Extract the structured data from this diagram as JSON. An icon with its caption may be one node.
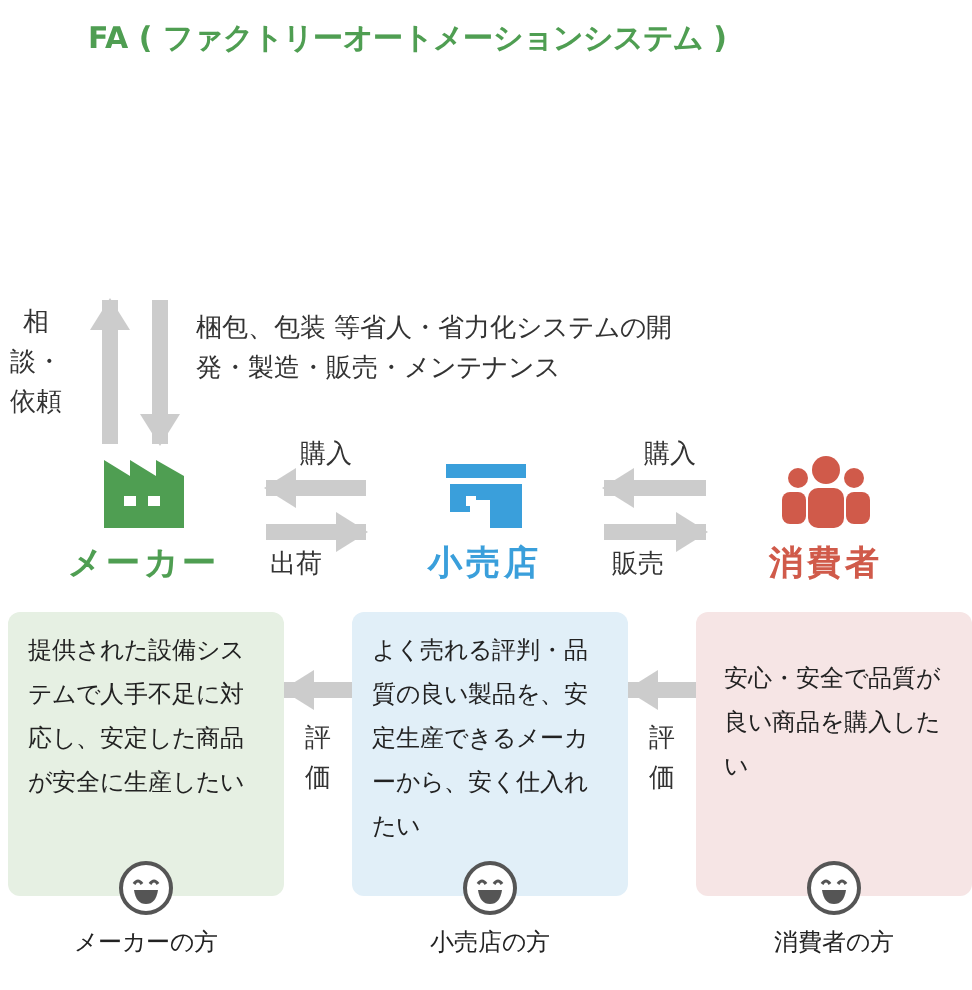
{
  "diagram": {
    "title": "FA ( ファクトリーオートメーションシステム )",
    "nodes": [
      {
        "text": [
          "メーカー"
        ]
      },
      {
        "text": [
          "小売店"
        ]
      },
      {
        "text": [
          "消費者"
        ]
      },
      {
        "text": [
          "提供された設備システムで人手不足に対応し、安定した商品が安全に生産したい"
        ],
        "beside": [
          "メーカーの方"
        ]
      },
      {
        "text": [
          "よく売れる評判・品質の良い製品を、安定生産できるメーカーから、安く仕入れたい"
        ],
        "beside": [
          "小売店の方"
        ]
      },
      {
        "text": [
          "安心・安全で品質が良い商品を購入したい"
        ],
        "beside": [
          "消費者の方"
        ]
      }
    ],
    "edges": [
      {
        "from": 0,
        "to": null,
        "arrow": "to",
        "label": "相談・依頼"
      },
      {
        "from": null,
        "to": 0,
        "arrow": "to",
        "label": "梱包、包装 等省人・省力化システムの開発・製造・販売・メンテナンス"
      },
      {
        "from": 1,
        "to": 0,
        "arrow": "to",
        "label": "購入"
      },
      {
        "from": 0,
        "to": 1,
        "arrow": "to",
        "label": "出荷"
      },
      {
        "from": 2,
        "to": 1,
        "arrow": "to",
        "label": "購入"
      },
      {
        "from": 1,
        "to": 2,
        "arrow": "to",
        "label": "販売"
      },
      {
        "from": 4,
        "to": 3,
        "arrow": "to",
        "label": "評価"
      },
      {
        "from": 5,
        "to": 4,
        "arrow": "to",
        "label": "評価"
      }
    ]
  }
}
